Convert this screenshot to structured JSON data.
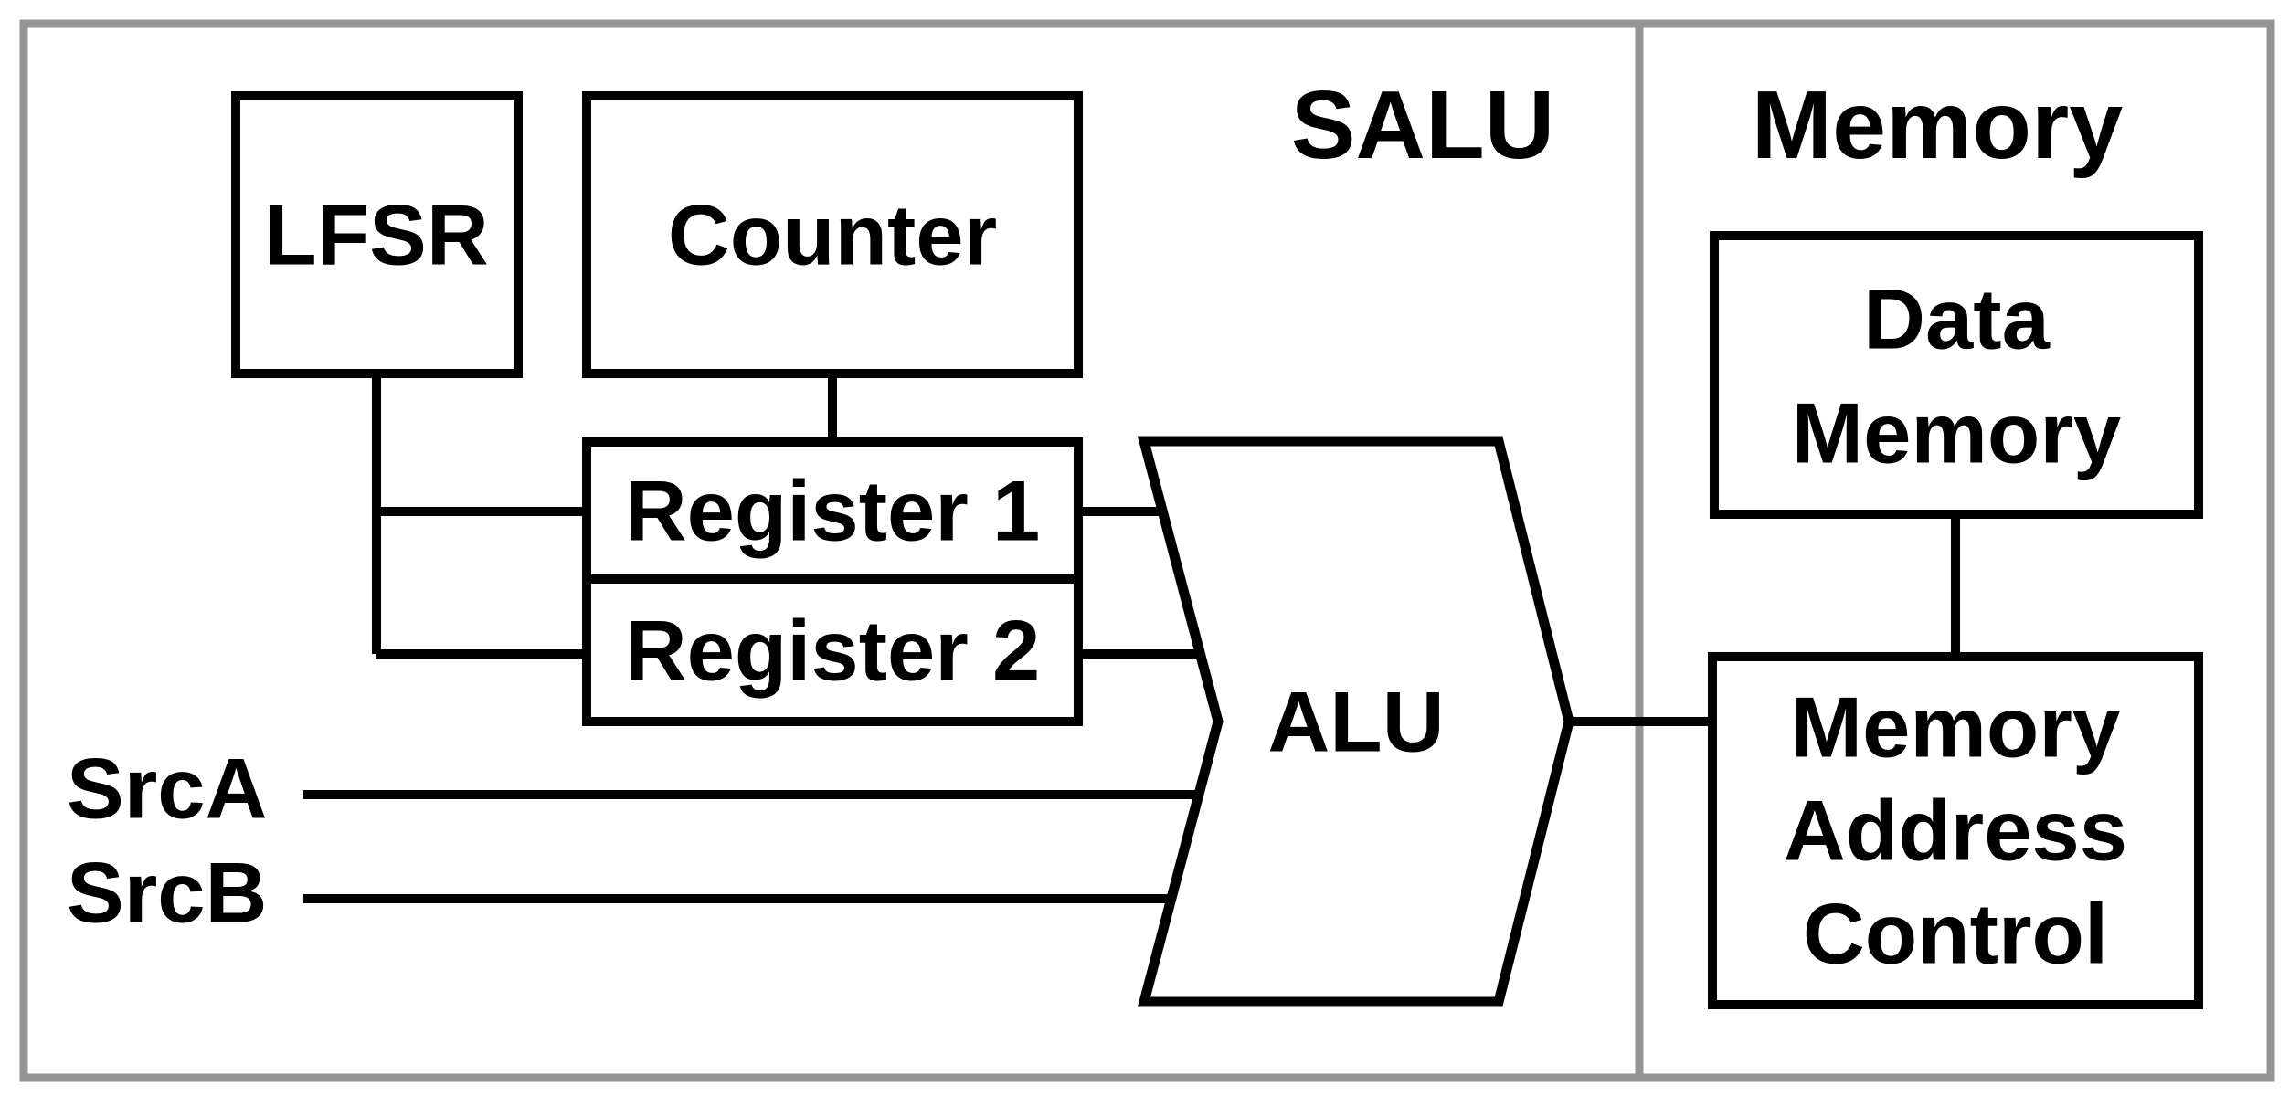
{
  "colors": {
    "frame": "#949494",
    "ink": "#000000",
    "background": "#ffffff"
  },
  "panels": {
    "salu": {
      "title": "SALU"
    },
    "memory": {
      "title": "Memory"
    }
  },
  "blocks": {
    "lfsr": {
      "label": "LFSR"
    },
    "counter": {
      "label": "Counter"
    },
    "register1": {
      "label": "Register 1"
    },
    "register2": {
      "label": "Register 2"
    },
    "alu": {
      "label": "ALU"
    },
    "data_memory": {
      "lines": [
        "Data",
        "Memory"
      ]
    },
    "memory_address_control": {
      "lines": [
        "Memory",
        "Address",
        "Control"
      ]
    }
  },
  "inputs": {
    "srca": {
      "label": "SrcA"
    },
    "srcb": {
      "label": "SrcB"
    }
  }
}
